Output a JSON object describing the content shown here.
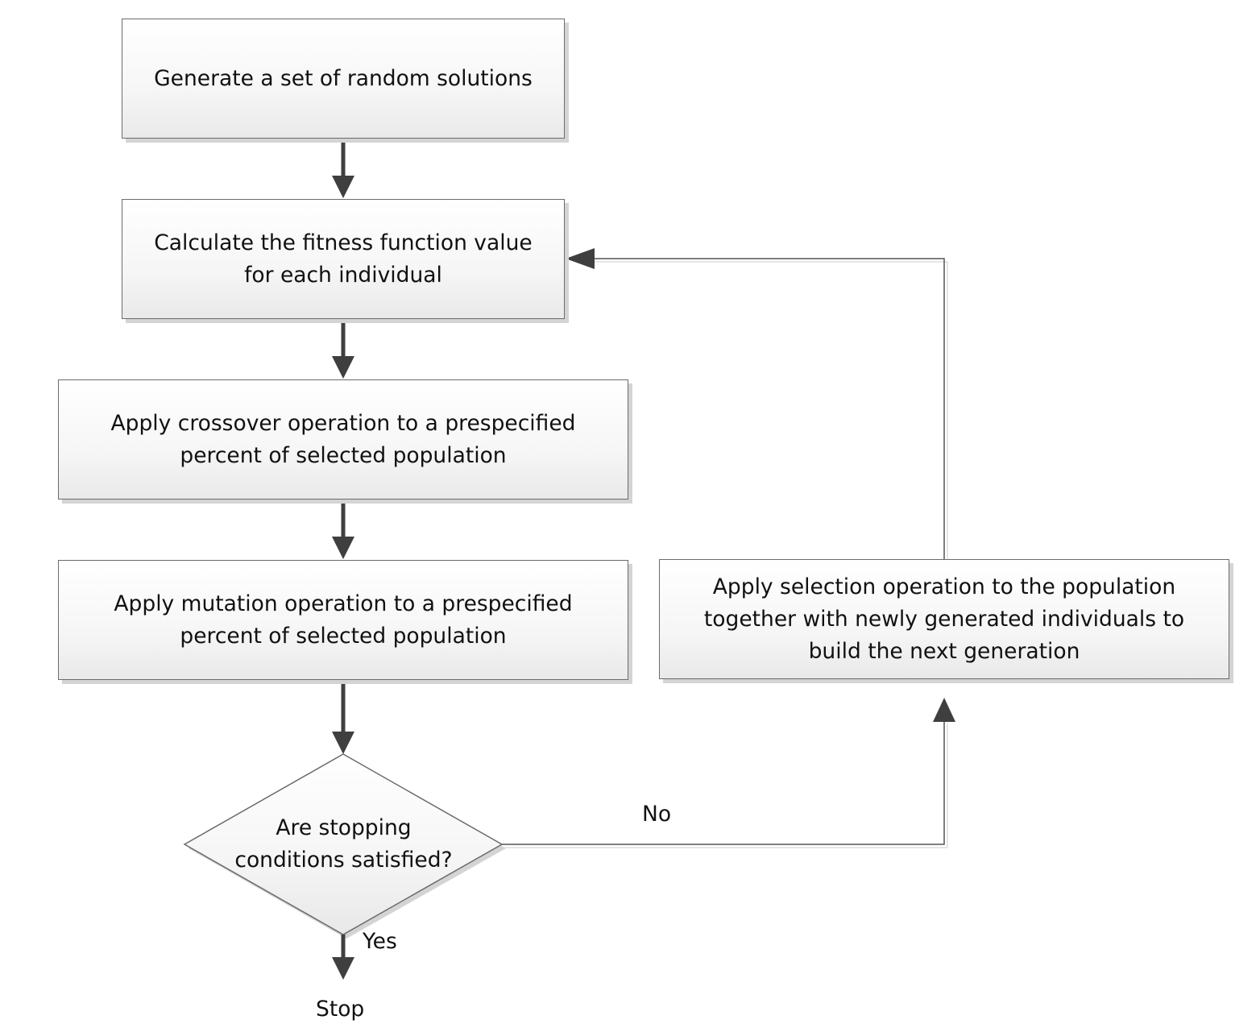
{
  "steps": {
    "generate": [
      "Generate a set of random solutions"
    ],
    "fitness": [
      "Calculate the fitness function value",
      "for each individual"
    ],
    "crossover": [
      "Apply crossover operation to a prespecified",
      "percent of selected population"
    ],
    "mutation": [
      "Apply mutation operation to a prespecified",
      "percent of selected population"
    ],
    "selection": [
      "Apply selection operation to the population",
      "together with newly generated individuals to",
      "build the next generation"
    ]
  },
  "decision": [
    "Are stopping",
    "conditions satisfied?"
  ],
  "labels": {
    "no": "No",
    "yes": "Yes",
    "stop": "Stop"
  },
  "colors": {
    "connector_thick": "#3f3f3f",
    "connector_thin": "#555555",
    "box_border": "#6b6b6b"
  }
}
